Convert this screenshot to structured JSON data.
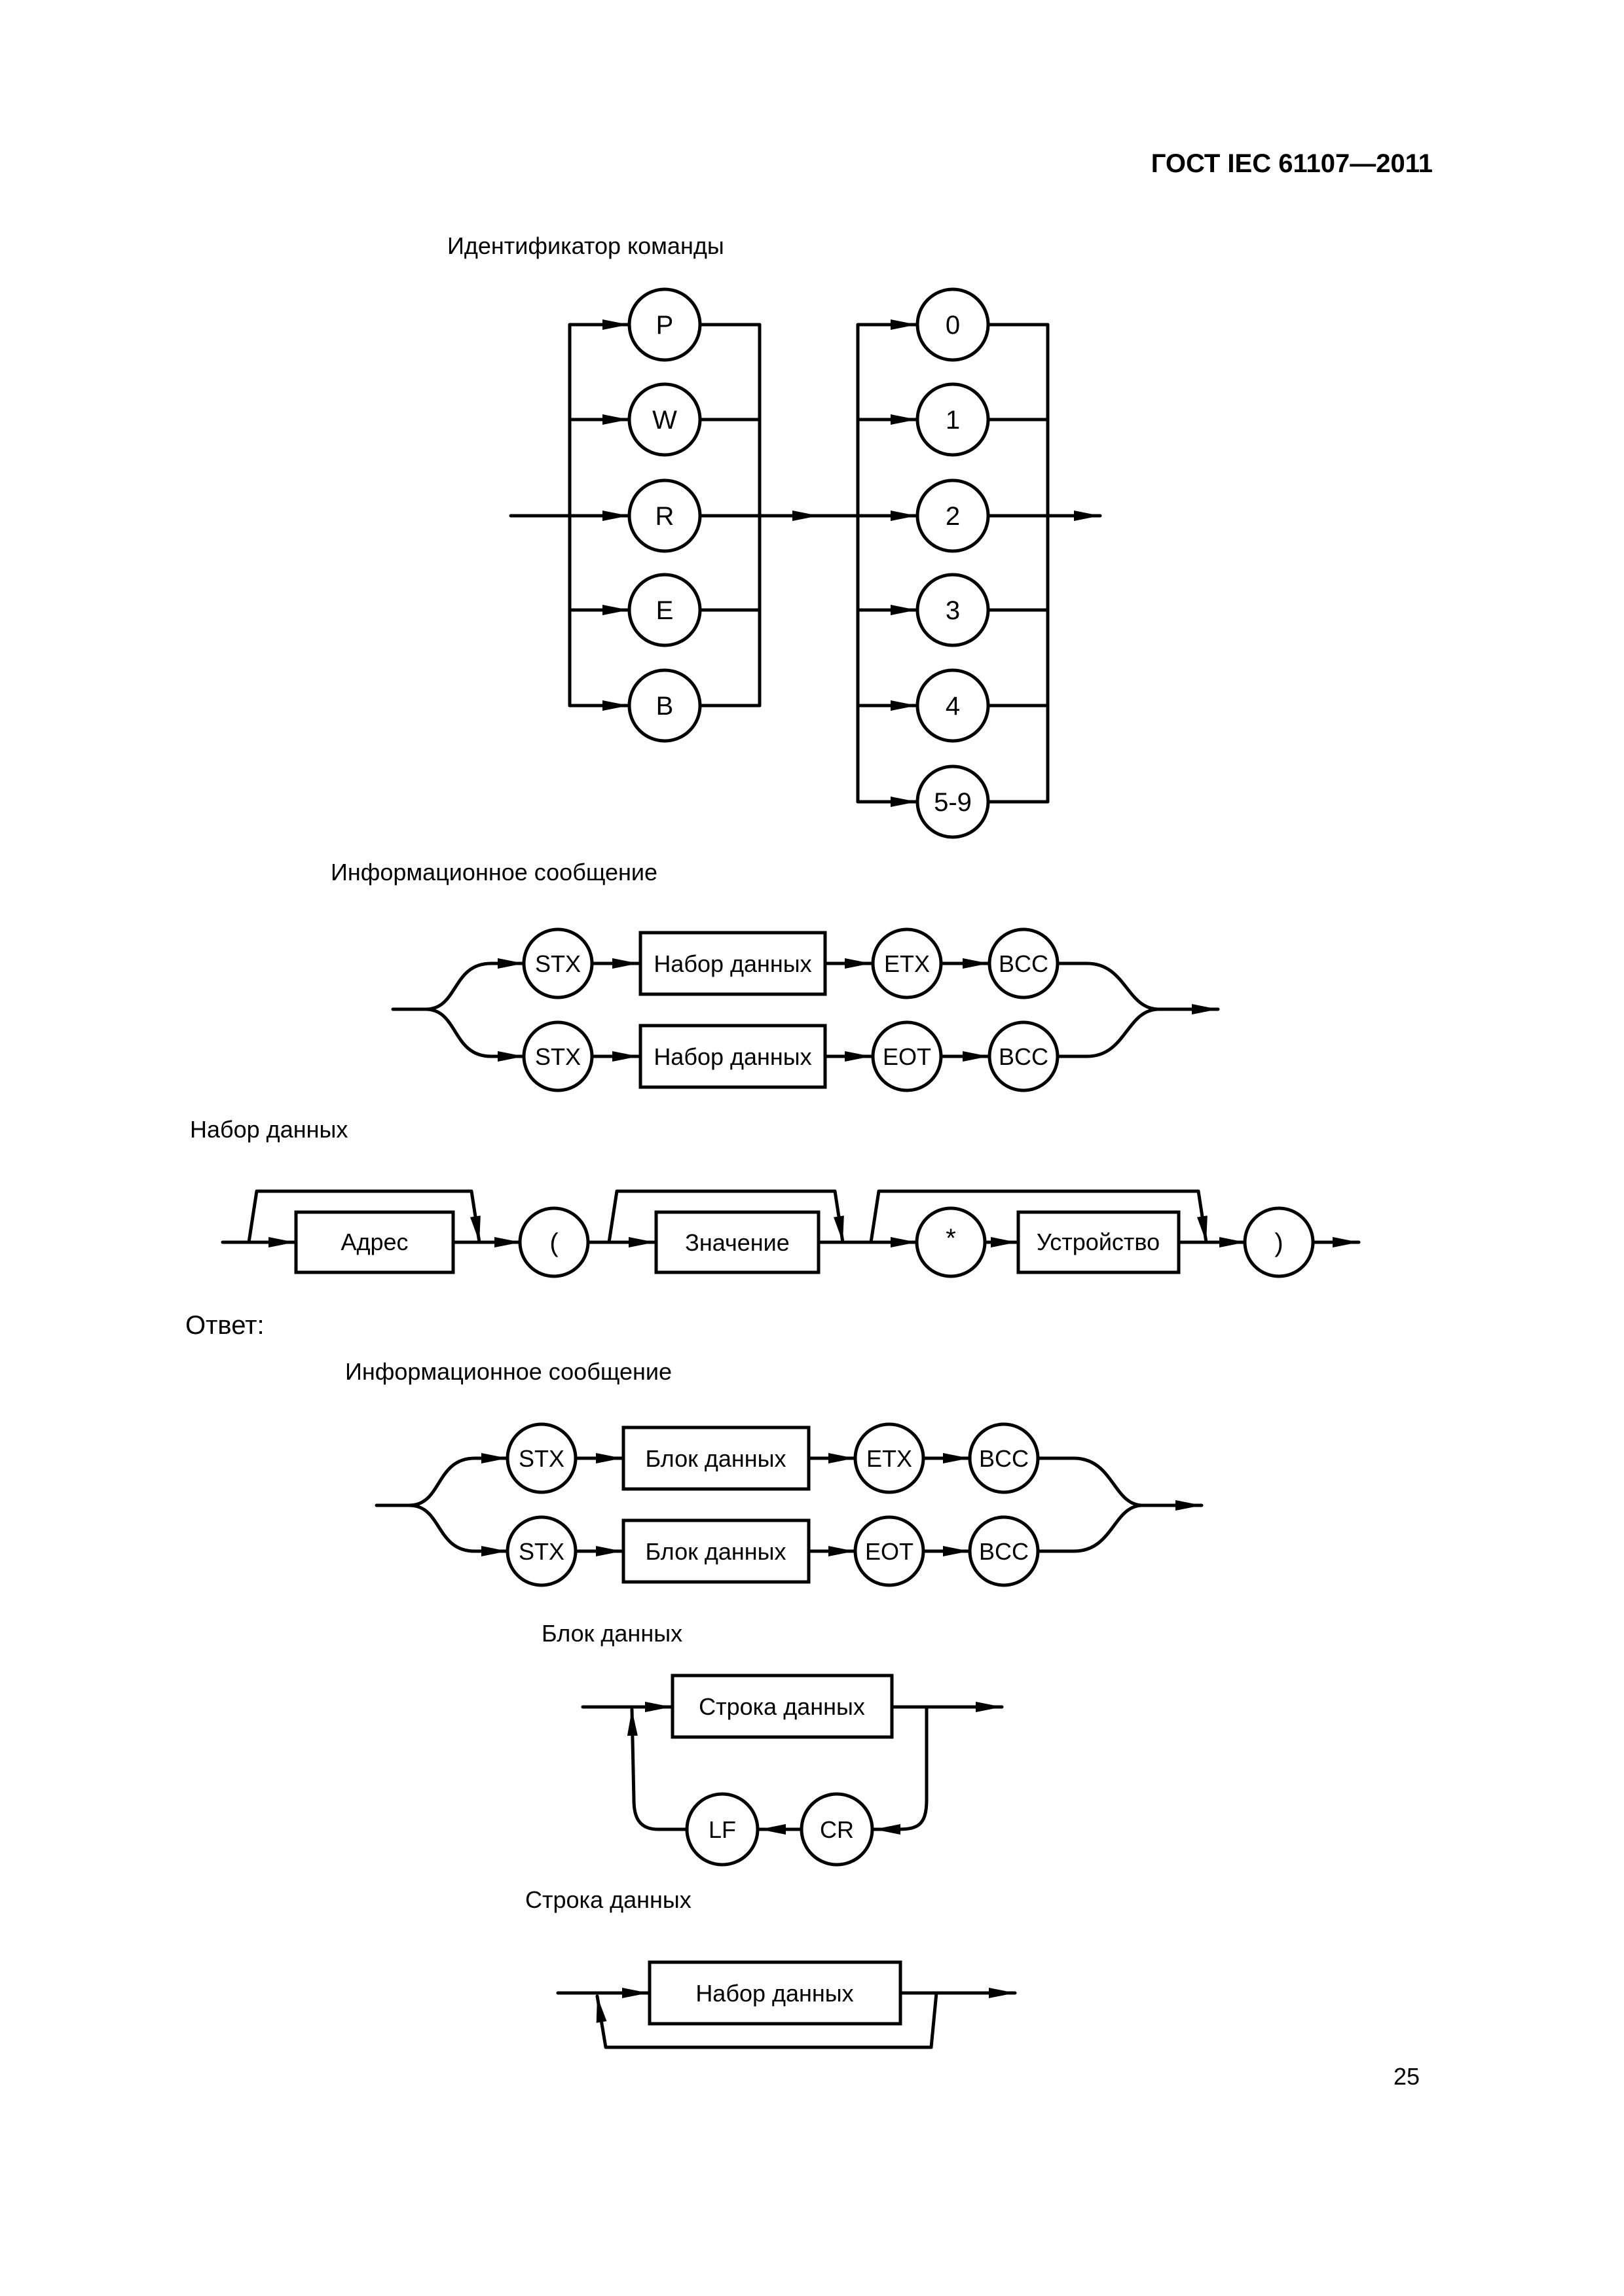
{
  "header": {
    "doc_code": "ГОСТ IEC 61107—2011"
  },
  "page_number": "25",
  "command_id": {
    "title": "Идентификатор команды",
    "letters": [
      "P",
      "W",
      "R",
      "E",
      "B"
    ],
    "digits": [
      "0",
      "1",
      "2",
      "3",
      "4",
      "5-9"
    ]
  },
  "info_message": {
    "title": "Информационное сообщение",
    "row1": [
      "STX",
      "Набор данных",
      "ETX",
      "BCC"
    ],
    "row2": [
      "STX",
      "Набор данных",
      "EOT",
      "BCC"
    ]
  },
  "data_set": {
    "title": "Набор данных",
    "address": "Адрес",
    "open_paren": "(",
    "value": "Значение",
    "star": "*",
    "unit": "Устройство",
    "close_paren": ")"
  },
  "answer_label": "Ответ:",
  "answer_message": {
    "title": "Информационное сообщение",
    "row1": [
      "STX",
      "Блок данных",
      "ETX",
      "BCC"
    ],
    "row2": [
      "STX",
      "Блок данных",
      "EOT",
      "BCC"
    ]
  },
  "data_block": {
    "title": "Блок данных",
    "line": "Строка данных",
    "lf": "LF",
    "cr": "CR"
  },
  "data_line": {
    "title": "Строка данных",
    "set": "Набор данных"
  }
}
